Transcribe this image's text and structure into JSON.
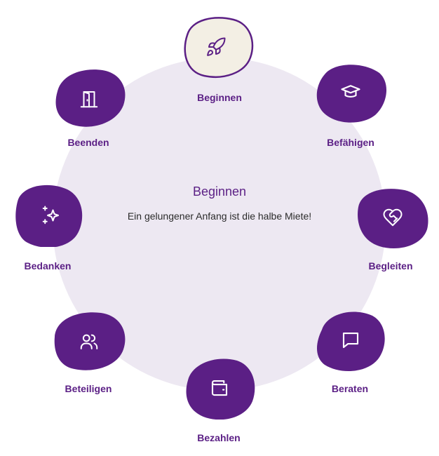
{
  "colors": {
    "primary": "#5b1f85",
    "circle_bg": "#ede8f2",
    "active_fill": "#f3efe4",
    "text": "#2b2b2b"
  },
  "center": {
    "title": "Beginnen",
    "description": "Ein gelungener Anfang ist die halbe Miete!"
  },
  "steps": [
    {
      "label": "Beginnen",
      "icon": "rocket-icon",
      "active": true
    },
    {
      "label": "Befähigen",
      "icon": "graduation-cap-icon",
      "active": false
    },
    {
      "label": "Begleiten",
      "icon": "heart-handshake-icon",
      "active": false
    },
    {
      "label": "Beraten",
      "icon": "chat-bubble-icon",
      "active": false
    },
    {
      "label": "Bezahlen",
      "icon": "wallet-icon",
      "active": false
    },
    {
      "label": "Beteiligen",
      "icon": "users-icon",
      "active": false
    },
    {
      "label": "Bedanken",
      "icon": "sparkles-icon",
      "active": false
    },
    {
      "label": "Beenden",
      "icon": "door-exit-icon",
      "active": false
    }
  ]
}
